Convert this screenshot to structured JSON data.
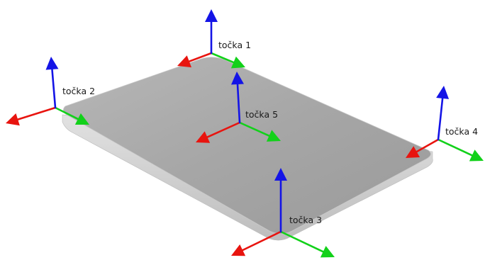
{
  "colors": {
    "x_axis": "#e8140f",
    "y_axis": "#12d11a",
    "z_axis": "#1414e6",
    "plate_top": "#a9a9a9",
    "plate_edge": "#cfcfcf"
  },
  "points": [
    {
      "id": "p1",
      "label": "točka 1"
    },
    {
      "id": "p2",
      "label": "točka 2"
    },
    {
      "id": "p3",
      "label": "točka 3"
    },
    {
      "id": "p4",
      "label": "točka 4"
    },
    {
      "id": "p5",
      "label": "točka 5"
    }
  ]
}
